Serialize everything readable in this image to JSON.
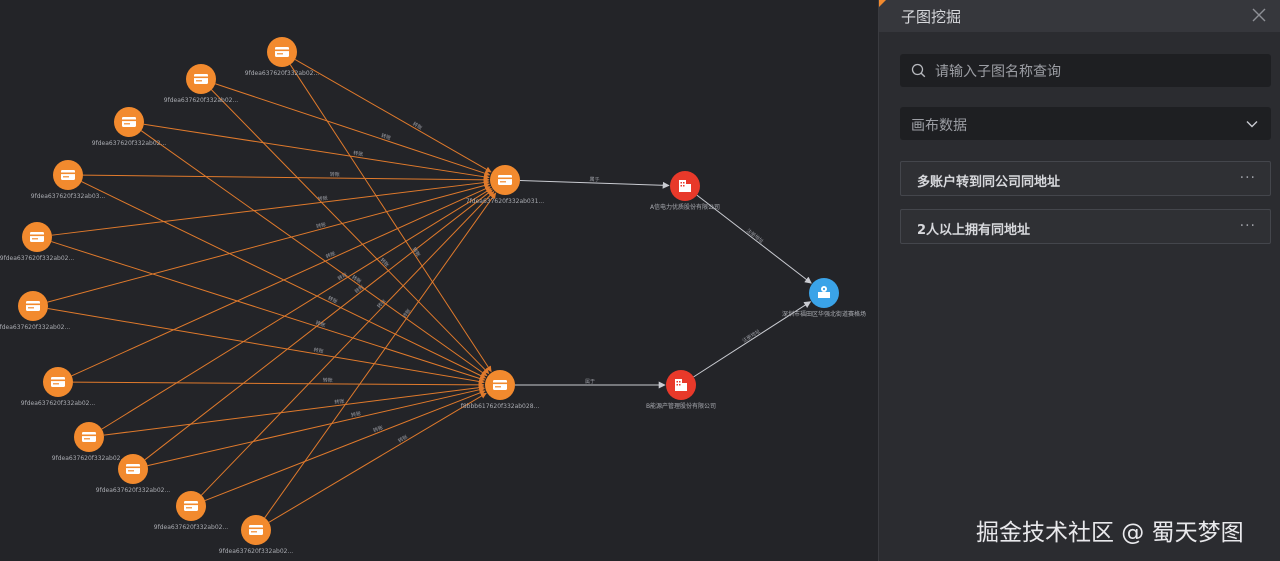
{
  "panel": {
    "title": "子图挖掘",
    "search_placeholder": "请输入子图名称查询",
    "select_value": "画布数据",
    "items": [
      {
        "label": "多账户转到同公司同地址"
      },
      {
        "label": "2人以上拥有同地址"
      }
    ],
    "more_glyph": "···"
  },
  "watermark": "掘金技术社区 @ 蜀天梦图",
  "colors": {
    "account_node": "#f28a2e",
    "company_node": "#e8392a",
    "address_node": "#3aa3e8",
    "edge_transfer": "#e07a2c",
    "edge_relation": "#c9cbd1",
    "canvas_bg": "#232428",
    "panel_bg": "#2b2c30"
  },
  "graph": {
    "nodes": [
      {
        "id": "a1",
        "kind": "account",
        "label": "9fdea637620f332ab02..."
      },
      {
        "id": "a2",
        "kind": "account",
        "label": "9fdea637620f332ab02..."
      },
      {
        "id": "a3",
        "kind": "account",
        "label": "9fdea637620f332ab02..."
      },
      {
        "id": "a4",
        "kind": "account",
        "label": "9fdea637620f332ab03..."
      },
      {
        "id": "a5",
        "kind": "account",
        "label": "9fdea637620f332ab02..."
      },
      {
        "id": "a6",
        "kind": "account",
        "label": "9fdea637620f332ab02..."
      },
      {
        "id": "a7",
        "kind": "account",
        "label": "9fdea637620f332ab02..."
      },
      {
        "id": "a8",
        "kind": "account",
        "label": "9fdea637620f332ab02..."
      },
      {
        "id": "a9",
        "kind": "account",
        "label": "9fdea637620f332ab02..."
      },
      {
        "id": "a10",
        "kind": "account",
        "label": "9fdea637620f332ab02..."
      },
      {
        "id": "a11",
        "kind": "account",
        "label": "9fdea637620f332ab02..."
      },
      {
        "id": "h1",
        "kind": "account",
        "label": "7fdea637620f332ab031..."
      },
      {
        "id": "h2",
        "kind": "account",
        "label": "f8bbb617620f332ab028..."
      },
      {
        "id": "c1",
        "kind": "company",
        "label": "A信电力优质股份有限公司"
      },
      {
        "id": "c2",
        "kind": "company",
        "label": "B能源产管理股份有限公司"
      },
      {
        "id": "ad",
        "kind": "address",
        "label": "深圳市福田区华强北街道赛格场"
      }
    ],
    "edges": [
      {
        "from": "a1",
        "to": "h1",
        "label": "转账"
      },
      {
        "from": "a2",
        "to": "h1",
        "label": "转账"
      },
      {
        "from": "a3",
        "to": "h1",
        "label": "转账"
      },
      {
        "from": "a4",
        "to": "h1",
        "label": "转账"
      },
      {
        "from": "a5",
        "to": "h1",
        "label": "转账"
      },
      {
        "from": "a6",
        "to": "h1",
        "label": "转账"
      },
      {
        "from": "a7",
        "to": "h1",
        "label": "转账"
      },
      {
        "from": "a8",
        "to": "h1",
        "label": "转账"
      },
      {
        "from": "a9",
        "to": "h1",
        "label": "转账"
      },
      {
        "from": "a10",
        "to": "h1",
        "label": "转账"
      },
      {
        "from": "a11",
        "to": "h1",
        "label": "转账"
      },
      {
        "from": "a1",
        "to": "h2",
        "label": "转账"
      },
      {
        "from": "a2",
        "to": "h2",
        "label": "转账"
      },
      {
        "from": "a3",
        "to": "h2",
        "label": "转账"
      },
      {
        "from": "a4",
        "to": "h2",
        "label": "转账"
      },
      {
        "from": "a5",
        "to": "h2",
        "label": "转账"
      },
      {
        "from": "a6",
        "to": "h2",
        "label": "转账"
      },
      {
        "from": "a7",
        "to": "h2",
        "label": "转账"
      },
      {
        "from": "a8",
        "to": "h2",
        "label": "转账"
      },
      {
        "from": "a9",
        "to": "h2",
        "label": "转账"
      },
      {
        "from": "a10",
        "to": "h2",
        "label": "转账"
      },
      {
        "from": "a11",
        "to": "h2",
        "label": "转账"
      },
      {
        "from": "h1",
        "to": "c1",
        "label": "属于"
      },
      {
        "from": "h2",
        "to": "c2",
        "label": "属于"
      },
      {
        "from": "c1",
        "to": "ad",
        "label": "注册地址"
      },
      {
        "from": "c2",
        "to": "ad",
        "label": "注册地址"
      }
    ]
  }
}
